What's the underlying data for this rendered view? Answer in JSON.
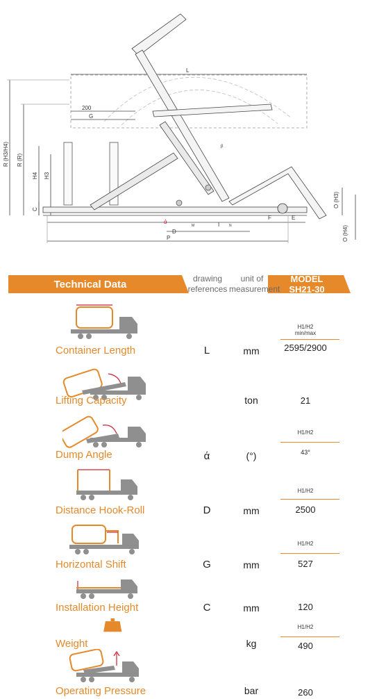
{
  "drawing_labels": {
    "L": "L",
    "dim_200": "200",
    "G": "G",
    "R_H3_H4": "R (H3/H4)",
    "R_R": "R (R)",
    "H4": "H4",
    "H3": "H3",
    "C": "C",
    "D": "D",
    "P": "P",
    "F": "F",
    "E": "E",
    "I": "I",
    "M": "M",
    "N": "N",
    "O_H3": "O (H3)",
    "O_H4": "O (H4)",
    "alpha": "ά",
    "beta": "β"
  },
  "header": {
    "title": "Technical Data",
    "ref_line1": "drawing",
    "ref_line2": "references",
    "unit_line1": "unit of",
    "unit_line2": "measurement",
    "model_line1": "MODEL",
    "model_line2": "SH21-30"
  },
  "rows": [
    {
      "label": "Container Length",
      "ref": "L",
      "unit": "mm",
      "value": "2595/2900",
      "col1": "H1/H2",
      "col2": "min/max",
      "icon": "container-length-icon"
    },
    {
      "label": "Lifting Capacity",
      "ref": "",
      "unit": "ton",
      "value": "21",
      "col1": "",
      "col2": "",
      "icon": "lifting-capacity-icon"
    },
    {
      "label": "Dump Angle",
      "ref": "ά",
      "unit": "(°)",
      "value": "43°",
      "col1": "H1/H2",
      "col2": "",
      "icon": "dump-angle-icon"
    },
    {
      "label": "Distance Hook-Roll",
      "ref": "D",
      "unit": "mm",
      "value": "2500",
      "col1": "H1/H2",
      "col2": "",
      "icon": "distance-hook-roll-icon"
    },
    {
      "label": "Horizontal Shift",
      "ref": "G",
      "unit": "mm",
      "value": "527",
      "col1": "H1/H2",
      "col2": "",
      "icon": "horizontal-shift-icon"
    },
    {
      "label": "Installation Height",
      "ref": "C",
      "unit": "mm",
      "value": "120",
      "col1": "",
      "col2": "",
      "icon": "installation-height-icon"
    },
    {
      "label": "Weight",
      "ref": "",
      "unit": "kg",
      "value": "490",
      "col1": "H1/H2",
      "col2": "",
      "icon": "weight-icon"
    },
    {
      "label": "Operating Pressure",
      "ref": "",
      "unit": "bar",
      "value": "260",
      "col1": "",
      "col2": "",
      "icon": "operating-pressure-icon"
    }
  ],
  "colors": {
    "accent": "#e5892a",
    "truck": "#8f8f8f",
    "line": "#555555"
  }
}
